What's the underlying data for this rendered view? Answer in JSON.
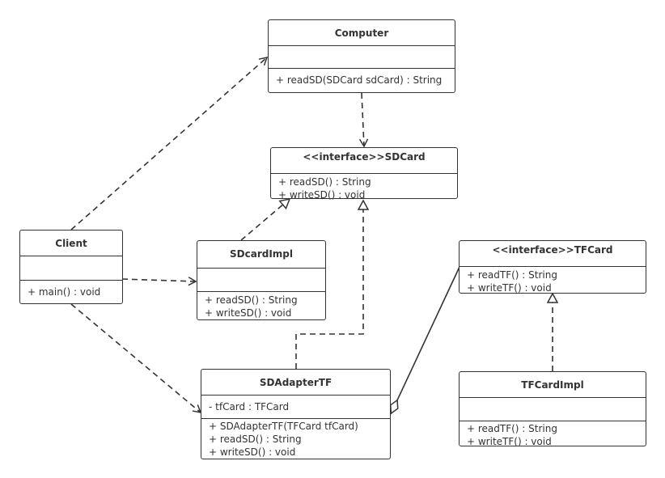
{
  "classes": {
    "computer": {
      "name": "Computer",
      "attributes": [],
      "methods": [
        "+ readSD(SDCard sdCard) : String"
      ]
    },
    "sdcard": {
      "name": "<<interface>>SDCard",
      "methods": [
        "+ readSD() : String",
        "+ writeSD() : void"
      ]
    },
    "client": {
      "name": "Client",
      "attributes": [],
      "methods": [
        "+ main() : void"
      ]
    },
    "sdcardimpl": {
      "name": "SDcardImpl",
      "attributes": [],
      "methods": [
        "+ readSD() : String",
        "+ writeSD() : void"
      ]
    },
    "tfcard": {
      "name": "<<interface>>TFCard",
      "methods": [
        "+ readTF() : String",
        "+ writeTF() : void"
      ]
    },
    "sdadapter": {
      "name": "SDAdapterTF",
      "attributes": [
        "- tfCard : TFCard"
      ],
      "methods": [
        "+ SDAdapterTF(TFCard tfCard)",
        "+ readSD() : String",
        "+ writeSD() : void"
      ]
    },
    "tfcardimpl": {
      "name": "TFCardImpl",
      "attributes": [],
      "methods": [
        "+ readTF() : String",
        "+ writeTF() : void"
      ]
    }
  },
  "colors": {
    "line": "#333333",
    "text": "#333333",
    "background": "#ffffff"
  }
}
